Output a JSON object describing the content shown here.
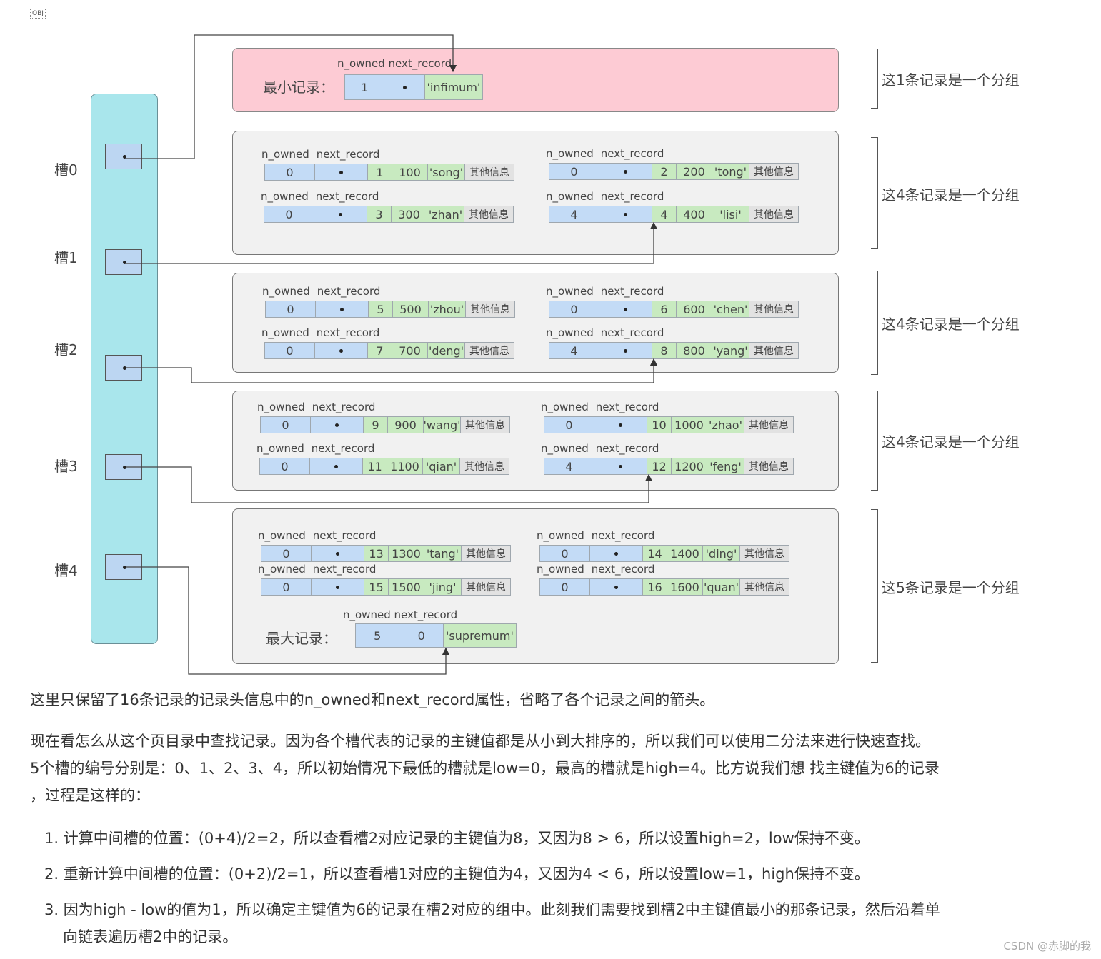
{
  "obj_tag": "OBJ",
  "headers": {
    "n_owned": "n_owned",
    "next_record": "next_record"
  },
  "slots": [
    "槽0",
    "槽1",
    "槽2",
    "槽3",
    "槽4"
  ],
  "min_record": {
    "label": "最小记录：",
    "n_owned": "1",
    "next": "•",
    "name": "'infimum'"
  },
  "max_record": {
    "label": "最大记录：",
    "n_owned": "5",
    "next": "0",
    "name": "'supremum'"
  },
  "groups": [
    {
      "records": [
        {
          "n_owned": "0",
          "key": "1",
          "val": "100",
          "name": "'song'",
          "other": "其他信息"
        },
        {
          "n_owned": "0",
          "key": "2",
          "val": "200",
          "name": "'tong'",
          "other": "其他信息"
        },
        {
          "n_owned": "0",
          "key": "3",
          "val": "300",
          "name": "'zhan'",
          "other": "其他信息"
        },
        {
          "n_owned": "4",
          "key": "4",
          "val": "400",
          "name": "'lisi'",
          "other": "其他信息"
        }
      ]
    },
    {
      "records": [
        {
          "n_owned": "0",
          "key": "5",
          "val": "500",
          "name": "'zhou'",
          "other": "其他信息"
        },
        {
          "n_owned": "0",
          "key": "6",
          "val": "600",
          "name": "'chen'",
          "other": "其他信息"
        },
        {
          "n_owned": "0",
          "key": "7",
          "val": "700",
          "name": "'deng'",
          "other": "其他信息"
        },
        {
          "n_owned": "4",
          "key": "8",
          "val": "800",
          "name": "'yang'",
          "other": "其他信息"
        }
      ]
    },
    {
      "records": [
        {
          "n_owned": "0",
          "key": "9",
          "val": "900",
          "name": "'wang'",
          "other": "其他信息"
        },
        {
          "n_owned": "0",
          "key": "10",
          "val": "1000",
          "name": "'zhao'",
          "other": "其他信息"
        },
        {
          "n_owned": "0",
          "key": "11",
          "val": "1100",
          "name": "'qian'",
          "other": "其他信息"
        },
        {
          "n_owned": "4",
          "key": "12",
          "val": "1200",
          "name": "'feng'",
          "other": "其他信息"
        }
      ]
    },
    {
      "records": [
        {
          "n_owned": "0",
          "key": "13",
          "val": "1300",
          "name": "'tang'",
          "other": "其他信息"
        },
        {
          "n_owned": "0",
          "key": "14",
          "val": "1400",
          "name": "'ding'",
          "other": "其他信息"
        },
        {
          "n_owned": "0",
          "key": "15",
          "val": "1500",
          "name": "'jing'",
          "other": "其他信息"
        },
        {
          "n_owned": "0",
          "key": "16",
          "val": "1600",
          "name": "'quan'",
          "other": "其他信息"
        }
      ]
    }
  ],
  "group_labels": [
    "这1条记录是一个分组",
    "这4条记录是一个分组",
    "这4条记录是一个分组",
    "这4条记录是一个分组",
    "这5条记录是一个分组"
  ],
  "text": {
    "p1": "这里只保留了16条记录的记录头信息中的n_owned和next_record属性，省略了各个记录之间的箭头。",
    "p2_line1": "现在看怎么从这个页目录中查找记录。因为各个槽代表的记录的主键值都是从小到大排序的，所以我们可以使用二分法来进行快速查找。",
    "p2_line2": "5个槽的编号分别是：0、1、2、3、4，所以初始情况下最低的槽就是low=0，最高的槽就是high=4。比方说我们想 找主键值为6的记录",
    "p2_line3": "，过程是这样的：",
    "items": [
      "1. 计算中间槽的位置：(0+4)/2=2，所以查看槽2对应记录的主键值为8，又因为8 > 6，所以设置high=2，low保持不变。",
      "2. 重新计算中间槽的位置：(0+2)/2=1，所以查看槽1对应的主键值为4，又因为4 < 6，所以设置low=1，high保持不变。",
      "3. 因为high - low的值为1，所以确定主键值为6的记录在槽2对应的组中。此刻我们需要找到槽2中主键值最小的那条记录，然后沿着单"
    ],
    "item3_cont": "向链表遍历槽2中的记录。"
  },
  "watermark": "CSDN @赤脚的我"
}
